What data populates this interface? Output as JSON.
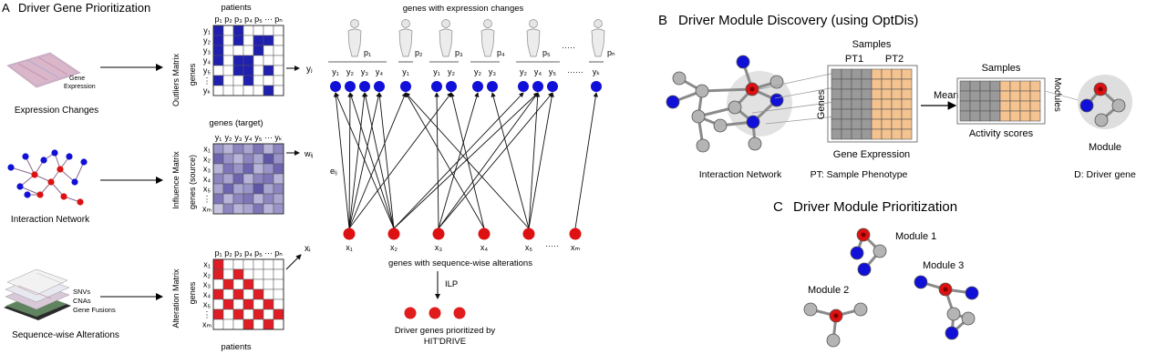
{
  "panel_a": {
    "letter": "A",
    "title": "Driver Gene Prioritization",
    "inputs": [
      {
        "label": "Expression Changes",
        "sublabel_lines": [
          "Gene",
          "Expression"
        ]
      },
      {
        "label": "Interaction Network"
      },
      {
        "label": "Sequence-wise Alterations",
        "sublabel_lines": [
          "SNVs",
          "CNAs",
          "Gene Fusions"
        ]
      }
    ],
    "outliers_matrix": {
      "name": "Outliers Matrix",
      "top_label": "patients",
      "col_labels": [
        "p₁",
        "p₂",
        "p₃",
        "p₄",
        "p₅",
        "···",
        "pₙ"
      ],
      "row_labels": [
        "y₁",
        "y₂",
        "y₃",
        "y₄",
        "y₅",
        "⋮",
        "yₖ"
      ],
      "side_label": "genes",
      "out_label": "yⱼ",
      "color": "#1f1fb0",
      "cells": [
        [
          1,
          0,
          1,
          0,
          0,
          0,
          0
        ],
        [
          1,
          0,
          1,
          0,
          1,
          1,
          0
        ],
        [
          1,
          0,
          0,
          0,
          1,
          0,
          0
        ],
        [
          1,
          0,
          1,
          1,
          0,
          0,
          0
        ],
        [
          0,
          0,
          1,
          1,
          0,
          1,
          0
        ],
        [
          1,
          0,
          0,
          1,
          0,
          0,
          0
        ],
        [
          0,
          0,
          0,
          0,
          0,
          1,
          0
        ]
      ]
    },
    "influence_matrix": {
      "name": "Influence Matrix",
      "top_label": "genes (target)",
      "col_labels": [
        "y₁",
        "y₂",
        "y₃",
        "y₄",
        "y₅",
        "···",
        "yₖ"
      ],
      "row_labels": [
        "x₁",
        "x₂",
        "x₃",
        "x₄",
        "x₅",
        "⋮",
        "xₘ"
      ],
      "side_label": "genes (source)",
      "out_label": "wᵢⱼ",
      "cells": [
        [
          0.5,
          0.3,
          0.6,
          0.4,
          0.7,
          0.3,
          0.6
        ],
        [
          0.8,
          0.5,
          0.3,
          0.6,
          0.4,
          0.9,
          0.5
        ],
        [
          0.3,
          0.7,
          0.5,
          0.8,
          0.3,
          0.5,
          0.8
        ],
        [
          0.6,
          0.4,
          0.8,
          0.3,
          0.6,
          0.7,
          0.3
        ],
        [
          0.4,
          0.8,
          0.4,
          0.5,
          0.9,
          0.4,
          0.6
        ],
        [
          0.7,
          0.3,
          0.6,
          0.7,
          0.3,
          0.6,
          0.4
        ],
        [
          0.2,
          0.6,
          0.3,
          0.4,
          0.7,
          0.3,
          0.5
        ]
      ]
    },
    "alteration_matrix": {
      "name": "Alteration Matrix",
      "top_col_labels": [
        "p₁",
        "p₂",
        "p₃",
        "p₄",
        "p₅",
        "···",
        "pₙ"
      ],
      "row_labels": [
        "x₁",
        "x₂",
        "x₃",
        "x₄",
        "x₅",
        "⋮",
        "xₘ"
      ],
      "side_label": "genes",
      "bottom_label": "patients",
      "out_label": "xᵢ",
      "color": "#e01c24",
      "cells": [
        [
          1,
          0,
          0,
          0,
          0,
          0,
          0
        ],
        [
          1,
          0,
          1,
          0,
          0,
          0,
          0
        ],
        [
          0,
          1,
          0,
          1,
          0,
          0,
          0
        ],
        [
          1,
          0,
          1,
          0,
          1,
          0,
          0
        ],
        [
          0,
          1,
          0,
          1,
          0,
          1,
          0
        ],
        [
          1,
          0,
          1,
          0,
          1,
          0,
          1
        ],
        [
          0,
          0,
          0,
          1,
          0,
          1,
          0
        ]
      ]
    },
    "graph": {
      "top_label": "genes with expression changes",
      "patient_labels": [
        "p₁",
        "p₂",
        "p₃",
        "p₄",
        "p₅",
        "pₙ"
      ],
      "patient_dots": "·····",
      "y_groups": [
        [
          "y₁",
          "y₂",
          "y₃",
          "y₄"
        ],
        [
          "y₁"
        ],
        [
          "y₁",
          "y₂"
        ],
        [
          "y₂",
          "y₃"
        ],
        [
          "y₂",
          "y₄",
          "y₅"
        ],
        [
          "yₖ"
        ]
      ],
      "y_dots": "······",
      "edge_label": "eᵢⱼ",
      "x_labels": [
        "x₁",
        "x₂",
        "x₃",
        "x₄",
        "x₅",
        "xₘ"
      ],
      "x_dots": "·····",
      "bottom_label": "genes with sequence-wise alterations",
      "arrow_label": "ILP",
      "result_label_lines": [
        "Driver genes prioritized by",
        "HIT'DRIVE"
      ]
    }
  },
  "panel_b": {
    "letter": "B",
    "title": "Driver Module Discovery (using OptDis)",
    "network_label": "Interaction Network",
    "samples_label": "Samples",
    "pt1": "PT1",
    "pt2": "PT2",
    "genes_label": "Genes",
    "matrix_label": "Gene Expression",
    "mean_label": "Mean",
    "samples_label2": "Samples",
    "modules_label": "Modules",
    "activity_label": "Activity scores",
    "module_label": "Module",
    "pt_note": "PT: Sample Phenotype",
    "d_note": "D: Driver gene"
  },
  "panel_c": {
    "letter": "C",
    "title": "Driver Module Prioritization",
    "modules": [
      "Module 1",
      "Module 2",
      "Module 3"
    ]
  },
  "colors": {
    "blue": "#1010d8",
    "red": "#dd1111",
    "gray_node": "#b4b4b4",
    "edge_gray": "#8a8a8a",
    "matrix_blue": "#1f1fb0",
    "matrix_red": "#e01c24",
    "influence_base": "#5a4fa8",
    "orange_cell": "#f5c38f",
    "gray_cell": "#9a9a9a"
  }
}
